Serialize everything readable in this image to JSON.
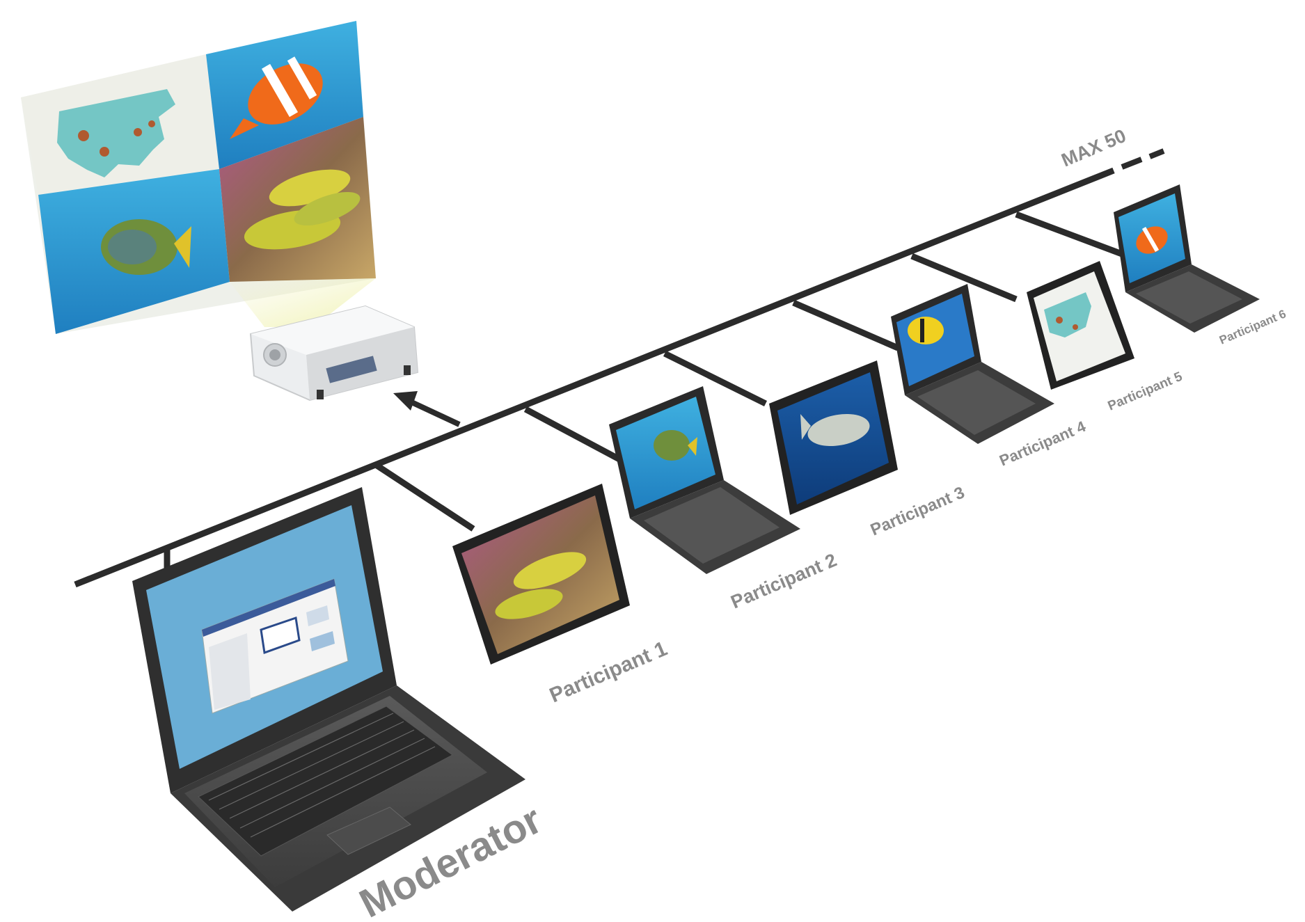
{
  "labels": {
    "moderator": "Moderator",
    "participants": [
      "Participant 1",
      "Participant 2",
      "Participant 3",
      "Participant 4",
      "Participant 5",
      "Participant 6"
    ],
    "max": "MAX 50"
  },
  "colors": {
    "network_line": "#2b2b2b",
    "laptop_body": "#4a4a4a",
    "label_text": "#8a8a8a",
    "screen_blue": "#6aaed6",
    "ocean": "#2a9bd4",
    "light_beam": "#f2f3c8"
  },
  "icons": {
    "projector": "projector-icon",
    "laptop": "laptop-icon",
    "arrow": "arrow-icon"
  }
}
